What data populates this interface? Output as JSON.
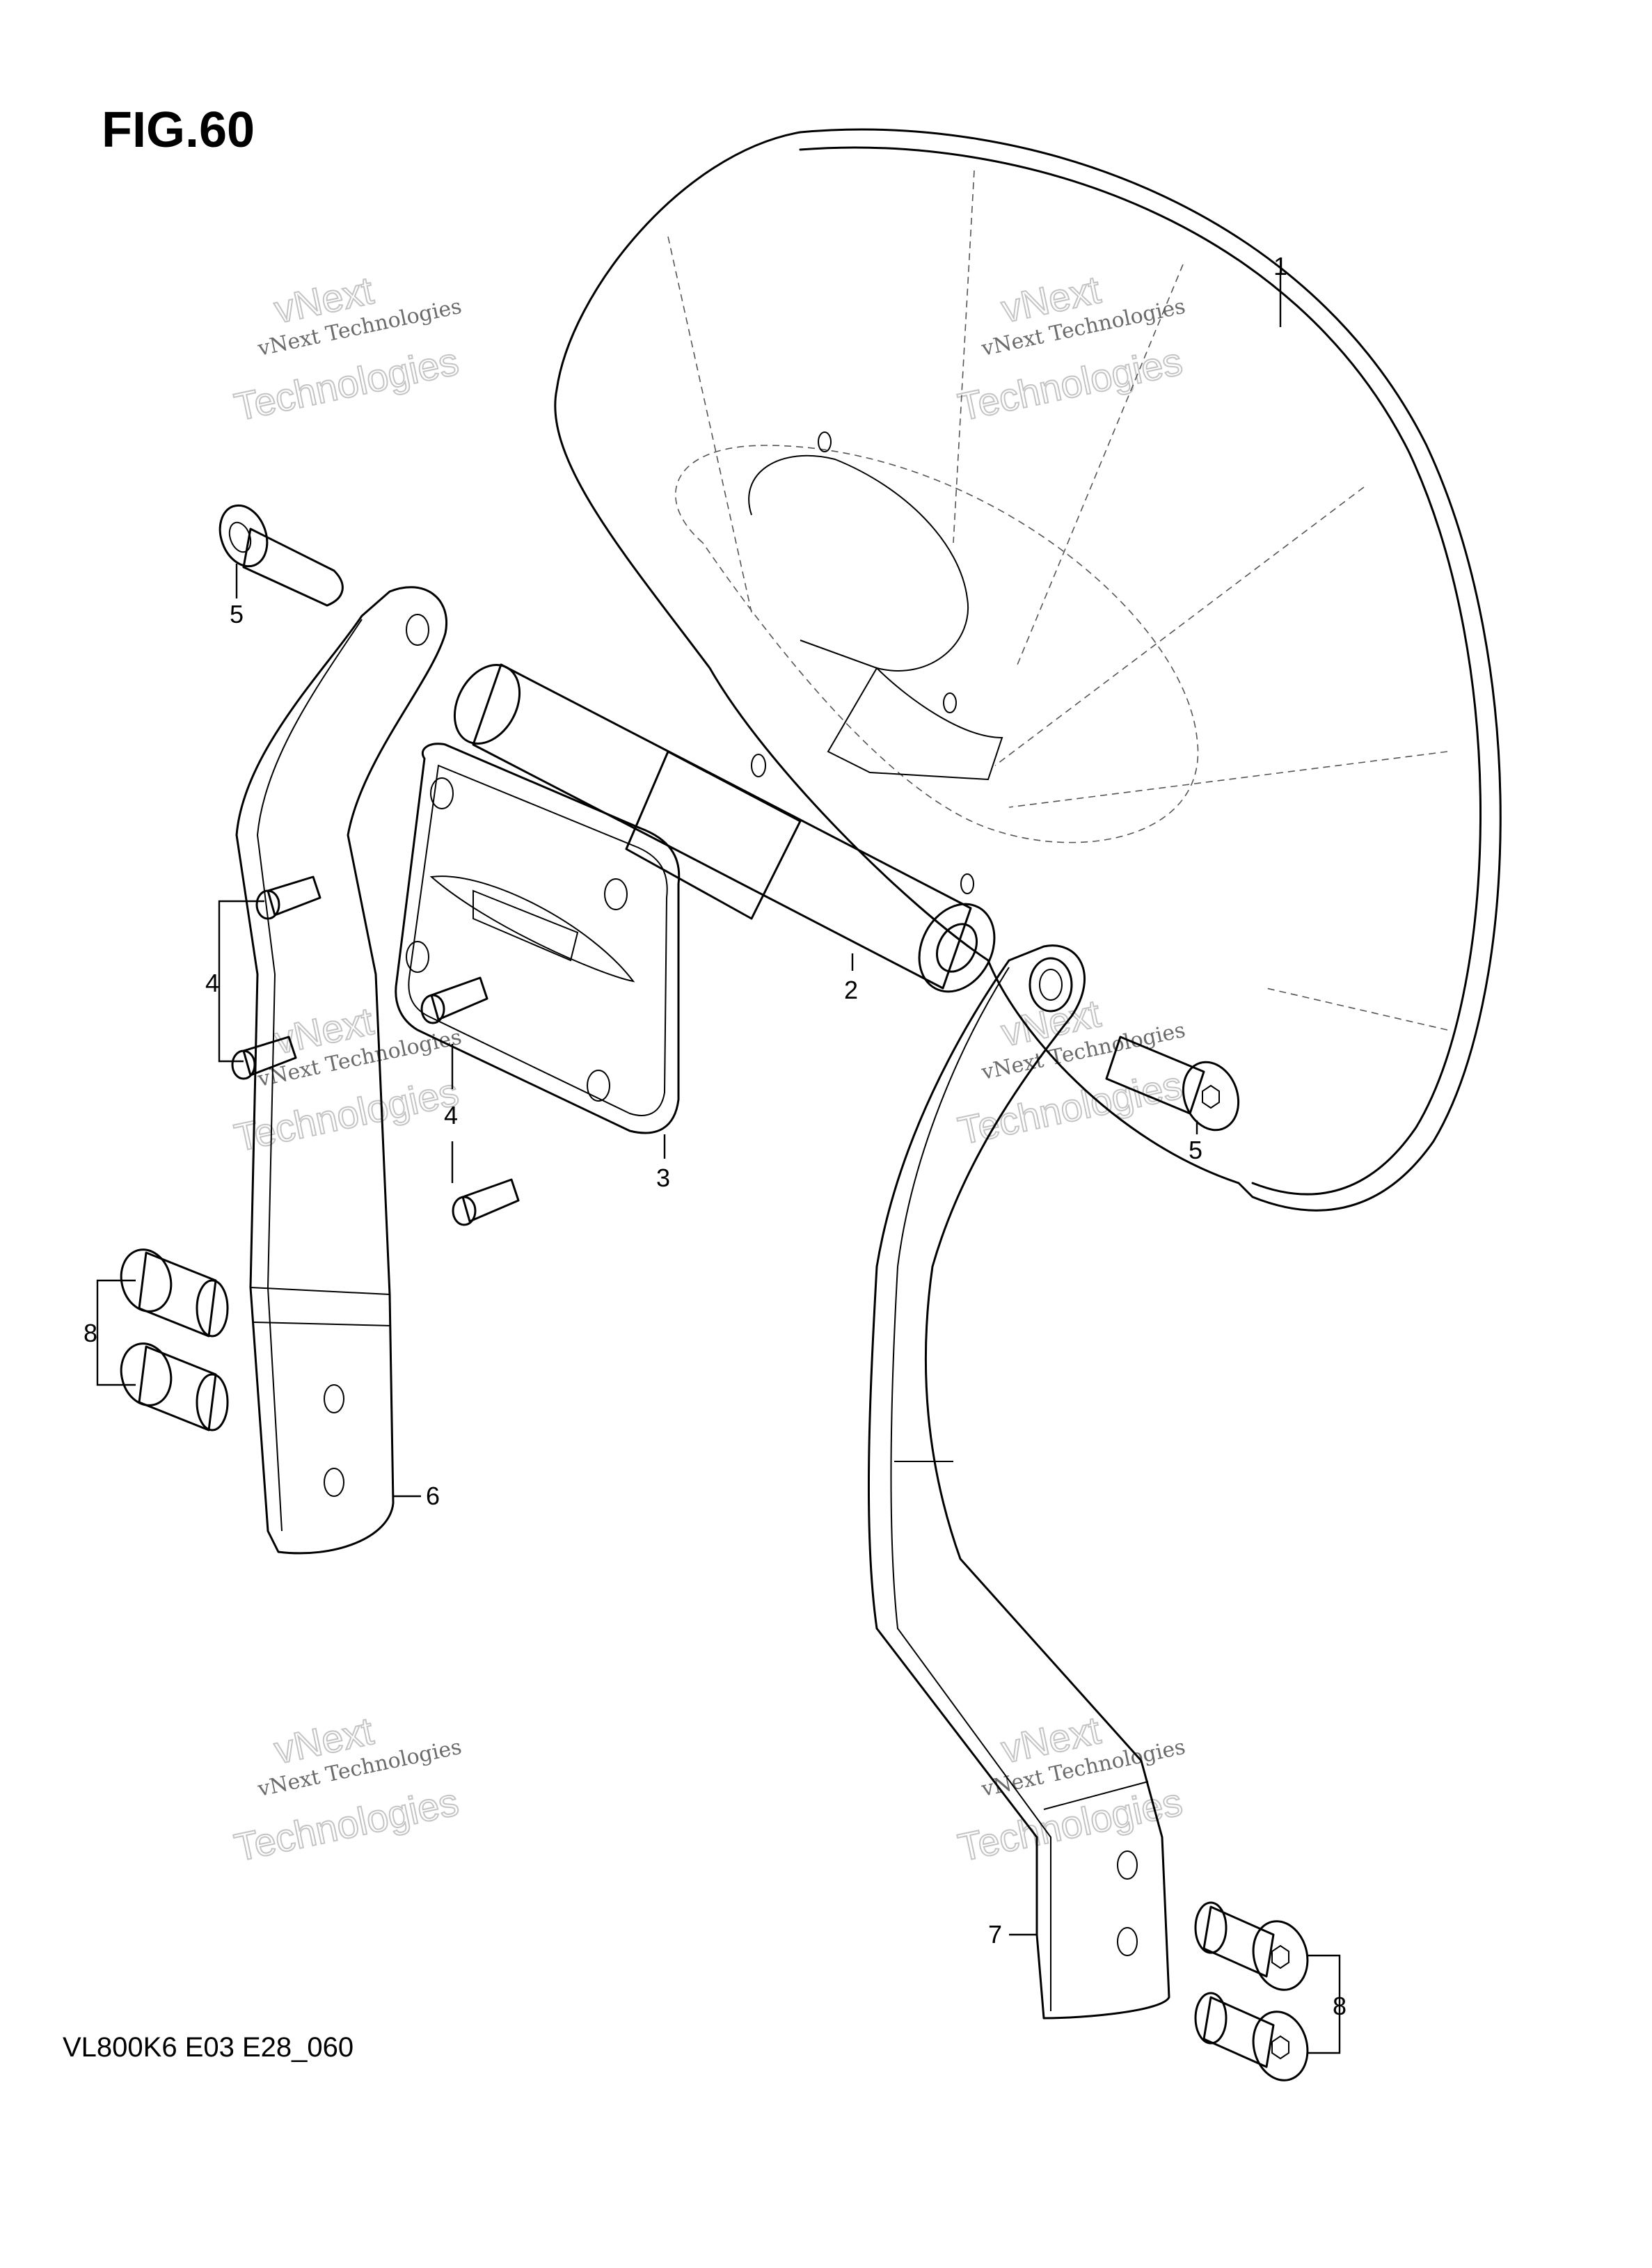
{
  "figure": {
    "title": "FIG.60",
    "code": "VL800K6 E03 E28_060"
  },
  "watermark": {
    "line1": "vNext",
    "line2": "vNext Technologies",
    "line3": "Technologies"
  },
  "callouts": [
    {
      "id": "c1",
      "label": "1"
    },
    {
      "id": "c2",
      "label": "2"
    },
    {
      "id": "c3",
      "label": "3"
    },
    {
      "id": "c4a",
      "label": "4"
    },
    {
      "id": "c4b",
      "label": "4"
    },
    {
      "id": "c5a",
      "label": "5"
    },
    {
      "id": "c5b",
      "label": "5"
    },
    {
      "id": "c6",
      "label": "6"
    },
    {
      "id": "c7",
      "label": "7"
    },
    {
      "id": "c8a",
      "label": "8"
    },
    {
      "id": "c8b",
      "label": "8"
    }
  ]
}
